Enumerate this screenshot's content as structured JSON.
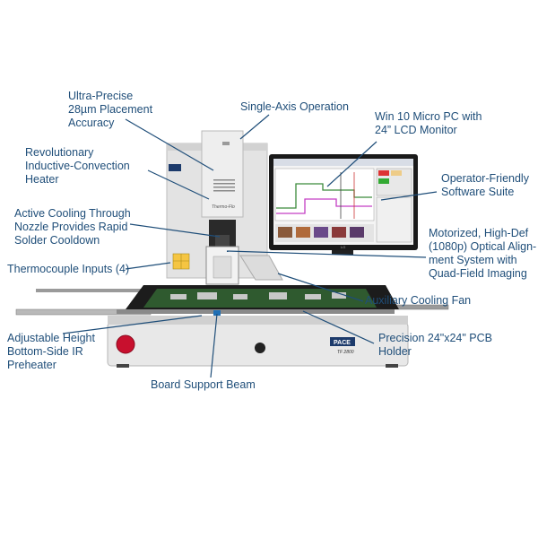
{
  "product": {
    "brand": "PACE",
    "model": "TF 2800",
    "head_text": "Thermo-Flo",
    "monitor_brand": "LG"
  },
  "callouts": {
    "placement_accuracy": "Ultra-Precise\n28µm Placement\nAccuracy",
    "single_axis": "Single-Axis Operation",
    "micro_pc": "Win 10 Micro PC with\n24” LCD Monitor",
    "heater": "Revolutionary\nInductive-Convection\nHeater",
    "software": "Operator-Friendly\nSoftware Suite",
    "nozzle_cooling": "Active Cooling Through\nNozzle Provides Rapid\nSolder Cooldown",
    "optical_alignment": "Motorized, High-Def\n(1080p) Optical Align-\nment System with\nQuad-Field Imaging",
    "thermocouple": "Thermocouple Inputs (4)",
    "aux_fan": "Auxiliary Cooling Fan",
    "preheater": "Adjustable Height\nBottom-Side IR\nPreheater",
    "pcb_holder": "Precision 24\"x24\" PCB\nHolder",
    "support_beam": "Board Support Beam"
  },
  "colors": {
    "label_text": "#1f4e79",
    "leader_line": "#1f4e79",
    "machine_body": "#e6e6e6",
    "chassis_dark": "#1c1c1c",
    "emergency_button": "#c8102e"
  }
}
